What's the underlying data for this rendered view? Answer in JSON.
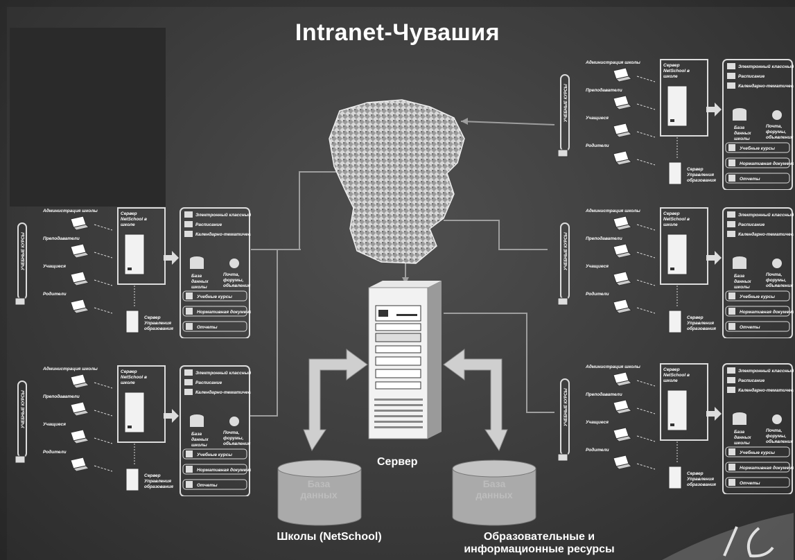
{
  "title": "Intranet-Чувашия",
  "server_label": "Сервер",
  "db_left": {
    "label": "База данных",
    "caption": "Школы (NetSchool)"
  },
  "db_right": {
    "label": "База данных",
    "caption": "Образовательные и информационные ресурсы"
  },
  "school_panel": {
    "vertical_label": "УЧЕБНЫЕ КУРСЫ",
    "users": [
      "Администрация школы",
      "Преподаватели",
      "Учащиеся",
      "Родители"
    ],
    "server": "Сервер NetSchool в школе",
    "mgmt_server": "Сервер Управления образования",
    "services": [
      "Электронный классный журнал",
      "Расписание",
      "Календарно-тематические планы"
    ],
    "db": "База данных школы",
    "mail": "Почта, форумы, объявления",
    "resources": [
      "Учебные курсы",
      "Нормативная документация",
      "Отчеты"
    ]
  },
  "colors": {
    "background": "#3a3a3a",
    "line": "#9e9e9e",
    "arrow": "#c8c8c8",
    "text": "#ffffff"
  }
}
